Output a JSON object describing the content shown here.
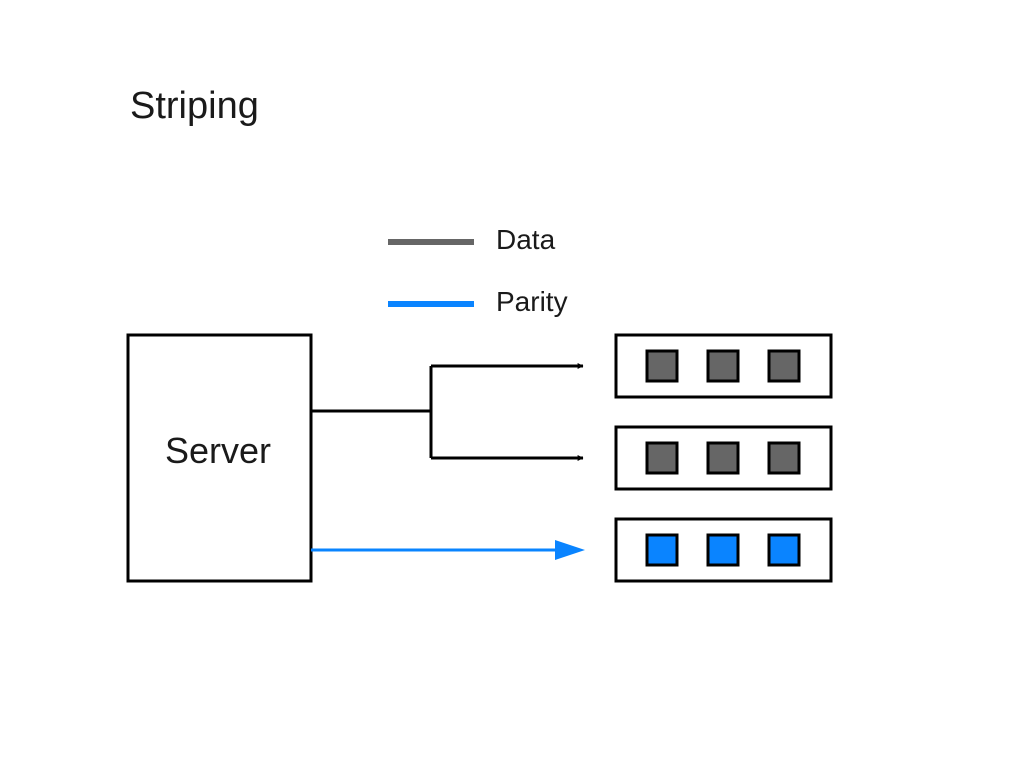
{
  "title": "Striping",
  "legend": [
    {
      "label": "Data",
      "color": "#666666"
    },
    {
      "label": "Parity",
      "color": "#0a84ff"
    }
  ],
  "server": {
    "label": "Server"
  },
  "colors": {
    "data_block": "#666666",
    "parity_block": "#0a84ff",
    "data_line": "#000000",
    "parity_line": "#0a84ff",
    "outline": "#000000"
  },
  "disks": [
    {
      "type": "data",
      "blocks": 3
    },
    {
      "type": "data",
      "blocks": 3
    },
    {
      "type": "parity",
      "blocks": 3
    }
  ]
}
